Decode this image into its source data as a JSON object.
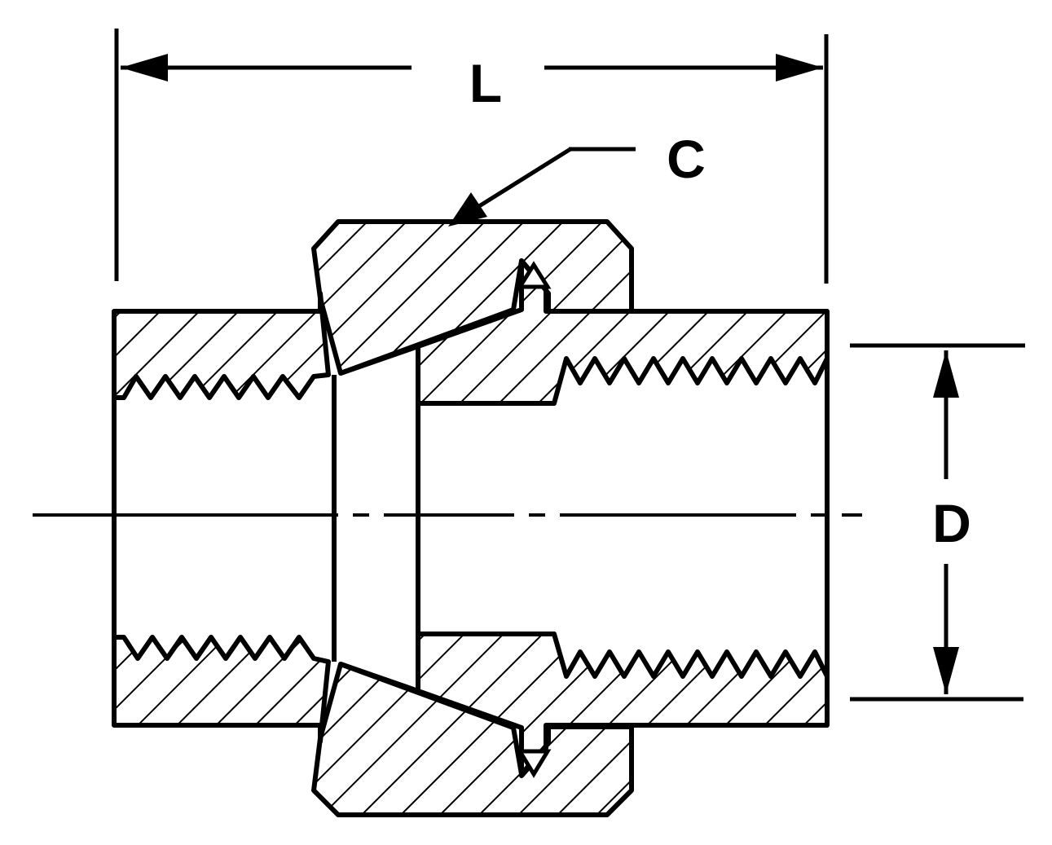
{
  "labels": {
    "length": "L",
    "coupling": "C",
    "diameter": "D"
  },
  "colors": {
    "ink": "#000000",
    "paper": "#ffffff"
  }
}
